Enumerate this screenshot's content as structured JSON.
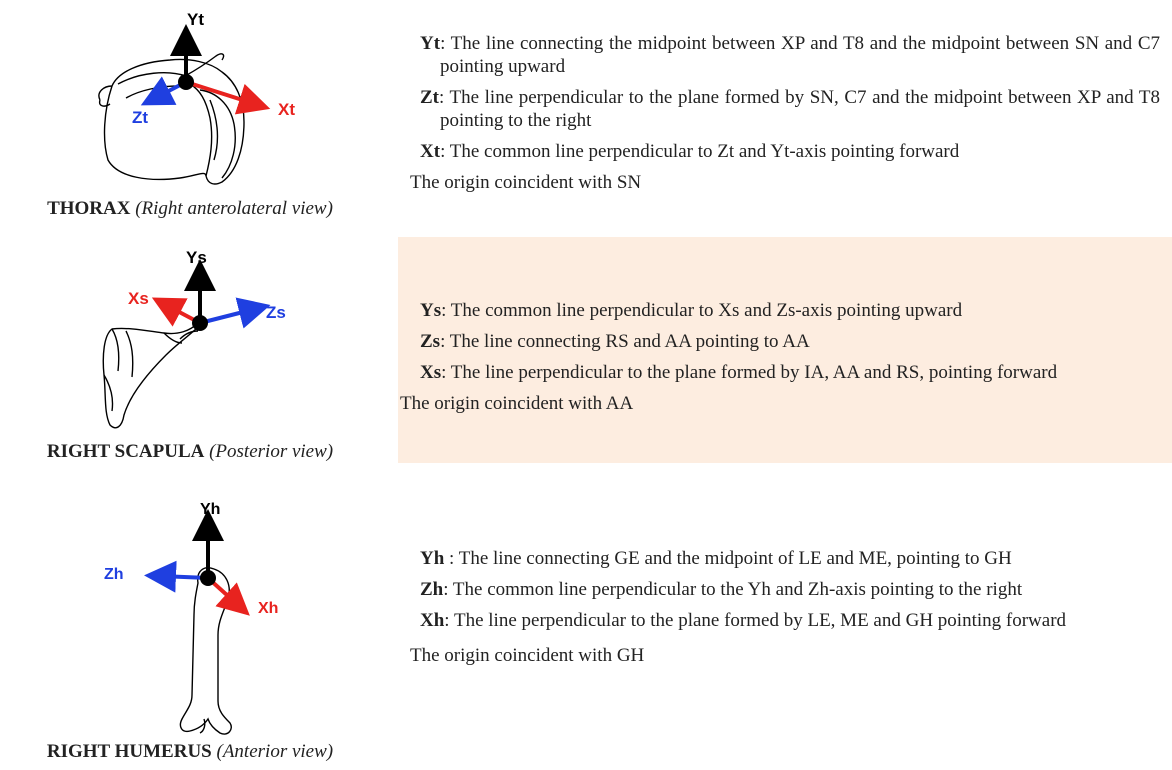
{
  "colors": {
    "x_axis": "#e8231f",
    "y_axis": "#000000",
    "z_axis": "#1f3fe0",
    "shade": "#fdede0"
  },
  "thorax": {
    "caption_bold": "THORAX",
    "caption_italic": "(Right anterolateral view)",
    "labels": {
      "y": "Yt",
      "x": "Xt",
      "z": "Zt"
    },
    "definitions": [
      {
        "sym": "Yt",
        "text": ": The line connecting the midpoint between XP and T8 and the midpoint between SN and C7 pointing upward"
      },
      {
        "sym": "Zt",
        "text": ": The line perpendicular to the plane formed by SN, C7 and the midpoint between XP and T8 pointing to the right"
      },
      {
        "sym": "Xt",
        "text": ": The common line perpendicular to Zt and Yt-axis pointing forward"
      }
    ],
    "origin": "The origin coincident with SN"
  },
  "scapula": {
    "caption_bold": "RIGHT SCAPULA",
    "caption_italic": "(Posterior view)",
    "labels": {
      "y": "Ys",
      "x": "Xs",
      "z": "Zs"
    },
    "definitions": [
      {
        "sym": "Ys",
        "text": ": The common line perpendicular to Xs and Zs-axis pointing upward"
      },
      {
        "sym": "Zs",
        "text": ": The line connecting RS and AA pointing to AA"
      },
      {
        "sym": "Xs",
        "text": ": The line perpendicular to the plane formed by IA, AA and RS, pointing forward"
      }
    ],
    "origin": "The origin coincident with AA"
  },
  "humerus": {
    "caption_bold": "RIGHT HUMERUS",
    "caption_italic": "(Anterior view)",
    "labels": {
      "y": "Yh",
      "x": "Xh",
      "z": "Zh"
    },
    "definitions": [
      {
        "sym": "Yh",
        "text": " : The line connecting GE and the midpoint of LE and ME, pointing to GH"
      },
      {
        "sym": "Zh",
        "text": ": The common line perpendicular to the Yh and Zh-axis pointing to the right"
      },
      {
        "sym": "Xh",
        "text": ": The line perpendicular to the plane formed by LE, ME and GH pointing forward"
      }
    ],
    "origin": "The origin coincident with GH"
  }
}
